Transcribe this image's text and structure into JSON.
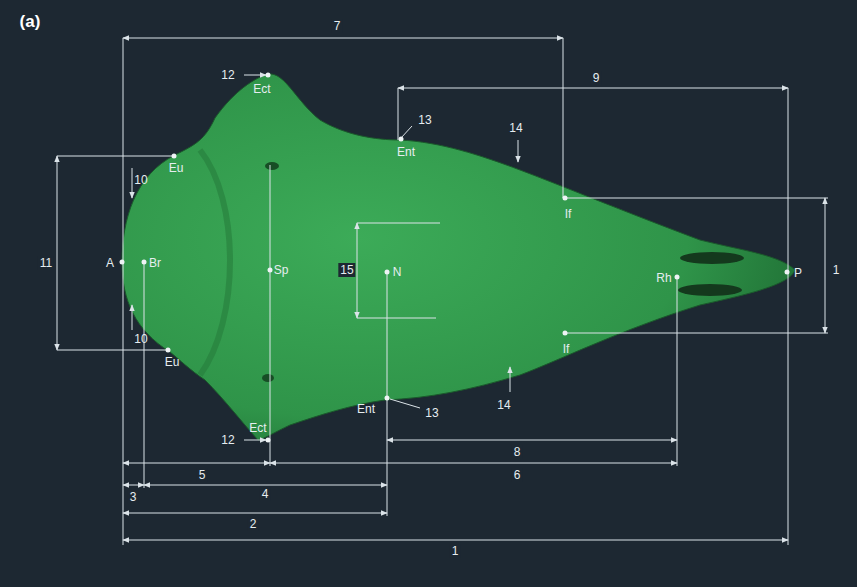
{
  "diagram": {
    "labels": [
      "(a)",
      "7",
      "12",
      "Ect",
      "9",
      "13",
      "Ent",
      "14",
      "Eu",
      "10",
      "11",
      "A",
      "Br",
      "Sp",
      "15",
      "N",
      "If",
      "1",
      "Rh",
      "P",
      "If",
      "10",
      "Eu",
      "Ent",
      "13",
      "14",
      "Ect",
      "12",
      "8",
      "5",
      "6",
      "3",
      "4",
      "2",
      "1"
    ]
  }
}
